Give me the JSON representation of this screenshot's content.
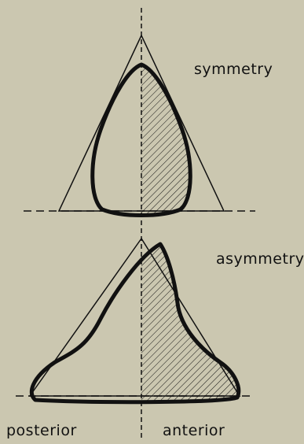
{
  "labels": {
    "symmetry": "symmetry",
    "asymmetry": "asymmetry",
    "posterior": "posterior",
    "anterior": "anterior"
  },
  "colors": {
    "background": "#cbc7b0",
    "ink": "#111111"
  }
}
